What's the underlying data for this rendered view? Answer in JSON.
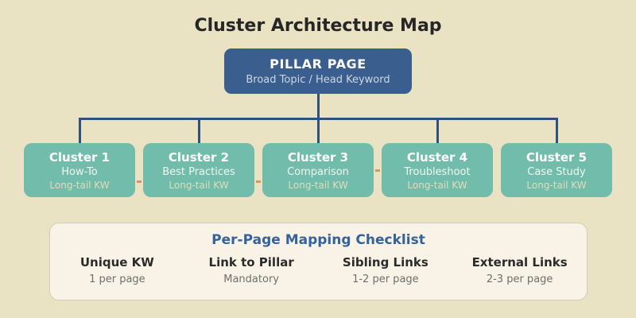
{
  "title": "Cluster Architecture Map",
  "pillar": {
    "title": "PILLAR PAGE",
    "subtitle": "Broad Topic / Head Keyword"
  },
  "clusters": [
    {
      "name": "Cluster 1",
      "type": "How-To",
      "kw": "Long-tail KW"
    },
    {
      "name": "Cluster 2",
      "type": "Best Practices",
      "kw": "Long-tail KW"
    },
    {
      "name": "Cluster 3",
      "type": "Comparison",
      "kw": "Long-tail KW"
    },
    {
      "name": "Cluster 4",
      "type": "Troubleshoot",
      "kw": "Long-tail KW"
    },
    {
      "name": "Cluster 5",
      "type": "Case Study",
      "kw": "Long-tail KW"
    }
  ],
  "checklist": {
    "title": "Per-Page Mapping Checklist",
    "items": [
      {
        "label": "Unique KW",
        "value": "1 per page"
      },
      {
        "label": "Link to Pillar",
        "value": "Mandatory"
      },
      {
        "label": "Sibling Links",
        "value": "1-2 per page"
      },
      {
        "label": "External Links",
        "value": "2-3 per page"
      }
    ]
  },
  "colors": {
    "bg": "#e9e3c3",
    "pillar": "#3a5f8e",
    "cluster": "#72bcab",
    "line": "#30517c",
    "dash": "#e0945c",
    "panel": "#f8f3e6",
    "panel_title": "#34629c"
  }
}
